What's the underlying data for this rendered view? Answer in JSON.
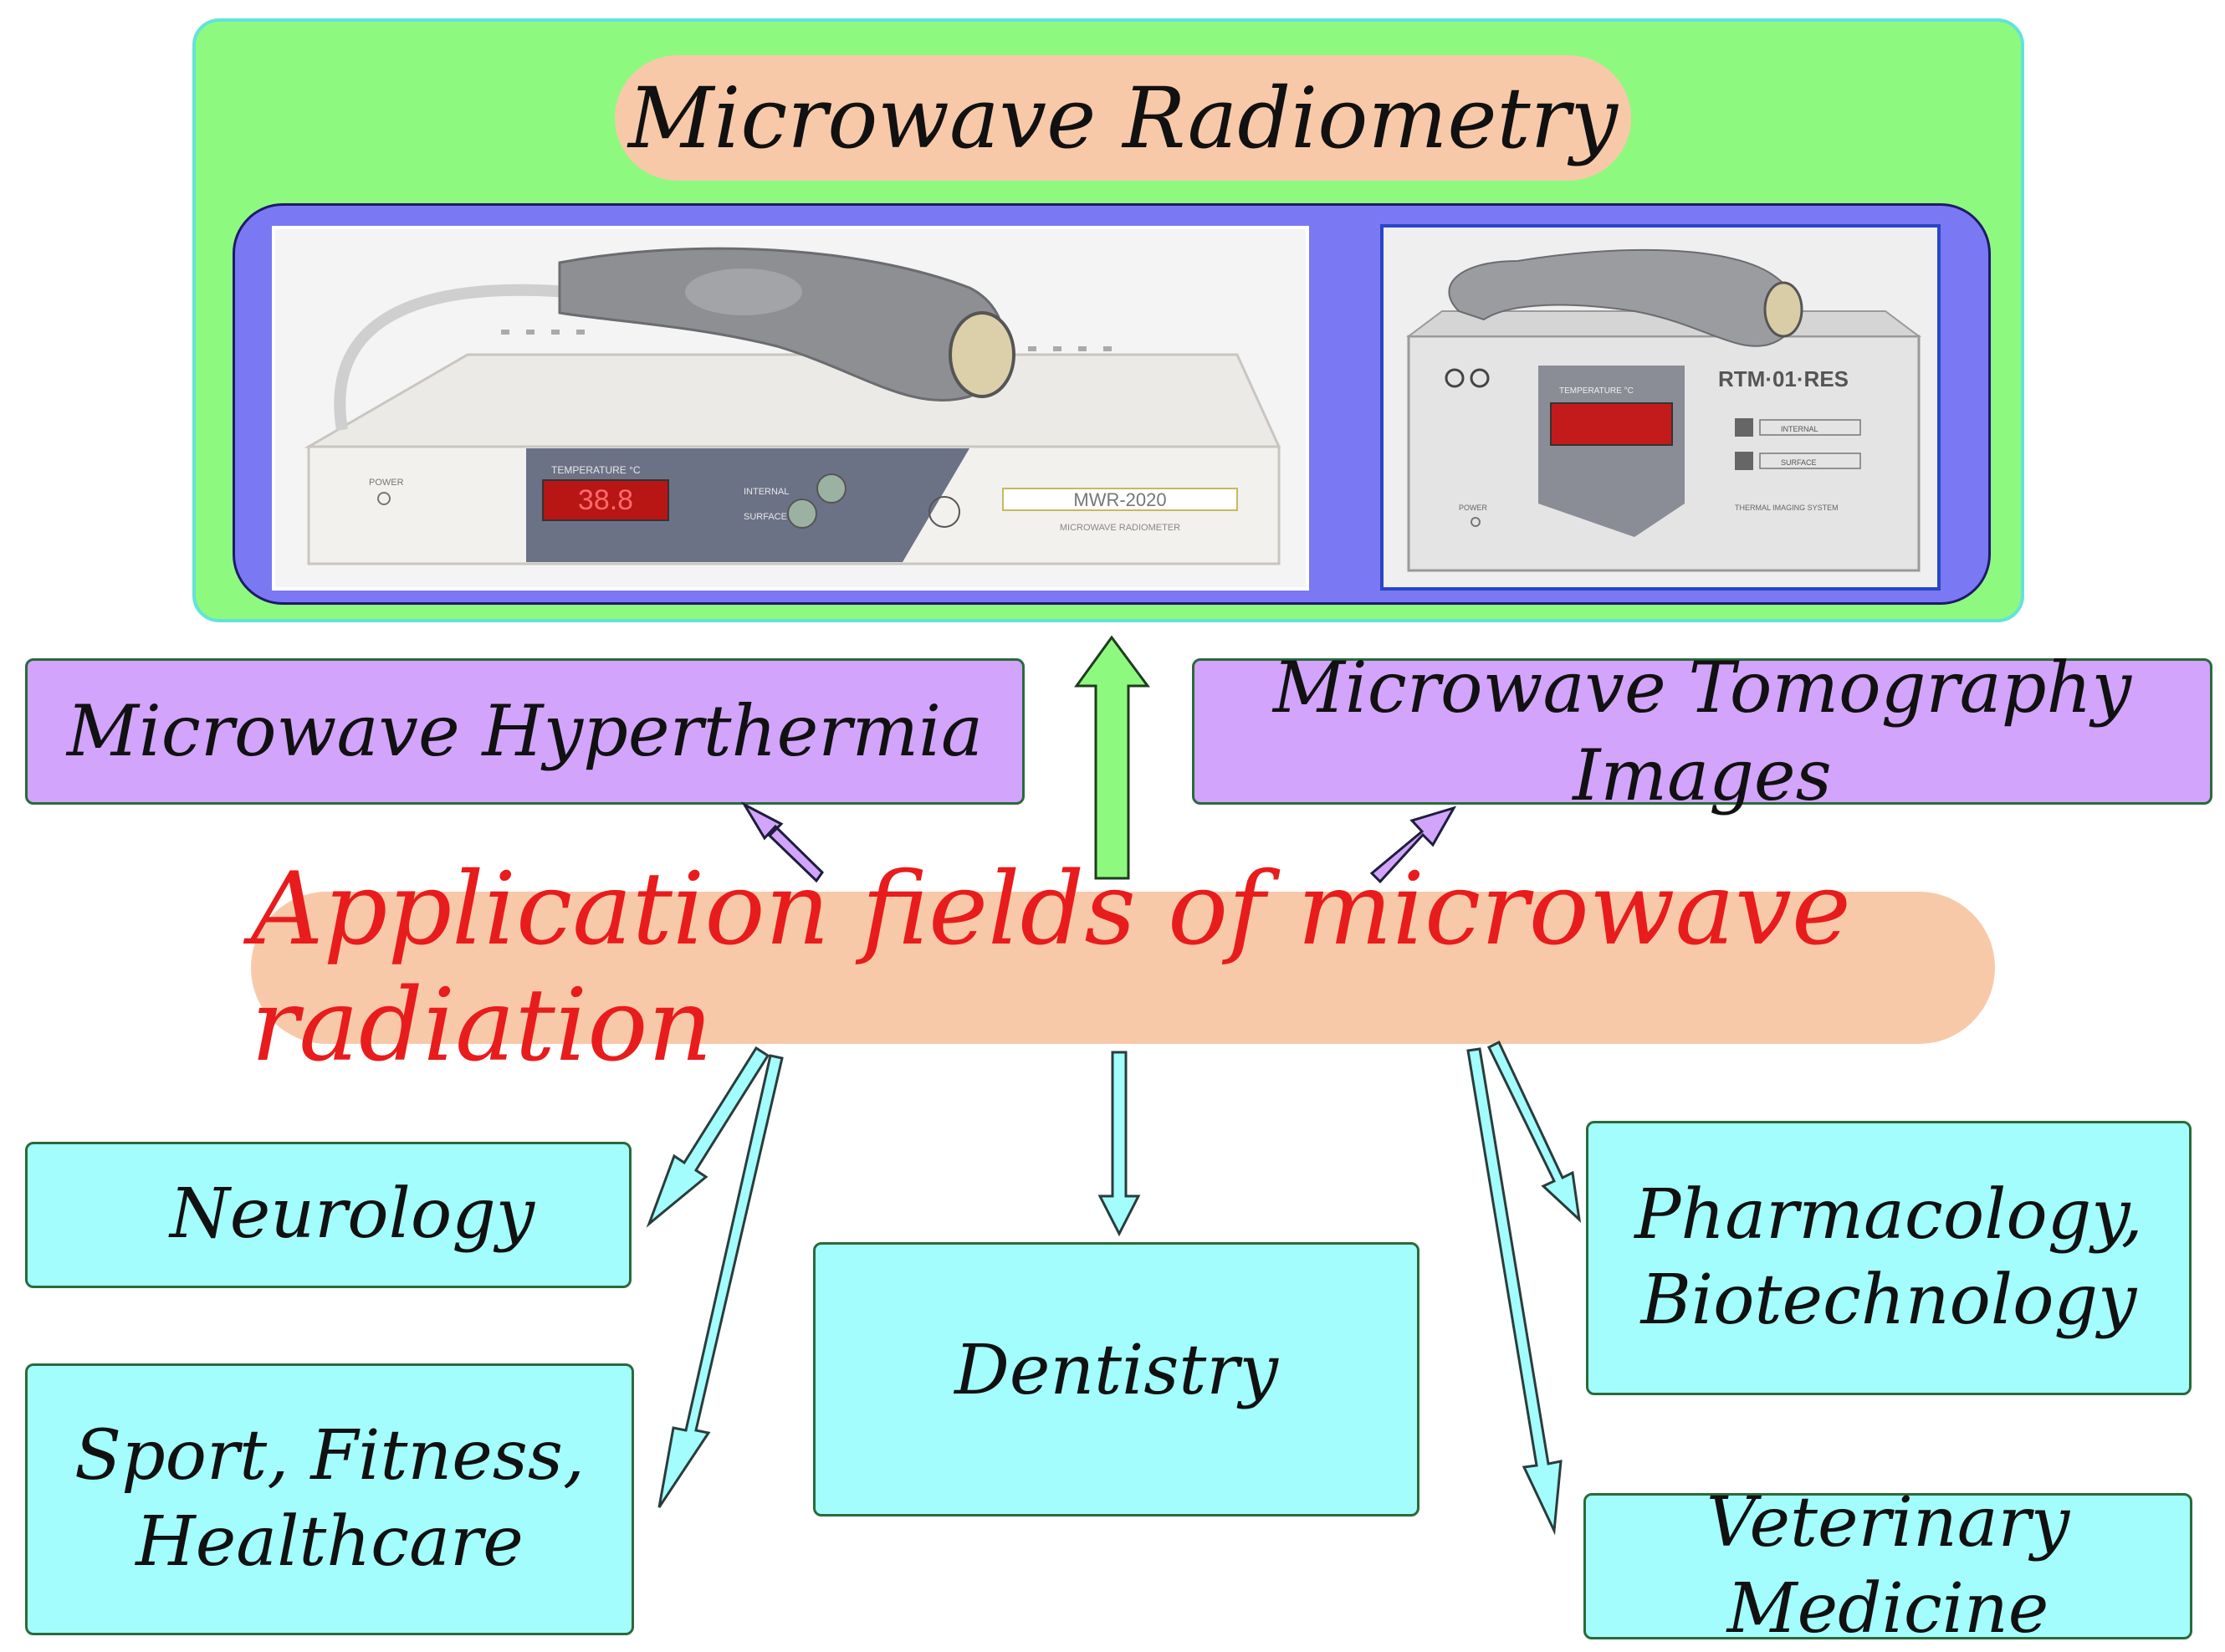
{
  "title": "Microwave Radiometry",
  "center": "Application fields of microwave radiation",
  "upper_boxes": {
    "left": "Microwave Hyperthermia",
    "right": "Microwave Tomography Images"
  },
  "fields": {
    "neurology": "Neurology",
    "sport_line1": "Sport, Fitness,",
    "sport_line2": "Healthcare",
    "dentistry": "Dentistry",
    "pharma_line1": "Pharmacology,",
    "pharma_line2": "Biotechnology",
    "veterinary": "Veterinary Medicine"
  },
  "device1": {
    "model": "MWR-2020",
    "subtitle": "MICROWAVE RADIOMETER",
    "power": "POWER",
    "temperature": "TEMPERATURE °C",
    "internal": "INTERNAL",
    "surface": "SURFACE",
    "display": "38.8"
  },
  "device2": {
    "model": "RTM·01·RES",
    "subtitle": "THERMAL IMAGING SYSTEM",
    "power": "POWER",
    "temperature": "TEMPERATURE °C",
    "internal": "INTERNAL",
    "surface": "SURFACE"
  },
  "colors": {
    "green_panel": "#8ef97f",
    "blue_panel": "#7a78f2",
    "pill": "#f8c9a9",
    "violet_box": "#d2a4fb",
    "cyan_box": "#a3fdfc",
    "center_text": "#e81c1c"
  }
}
